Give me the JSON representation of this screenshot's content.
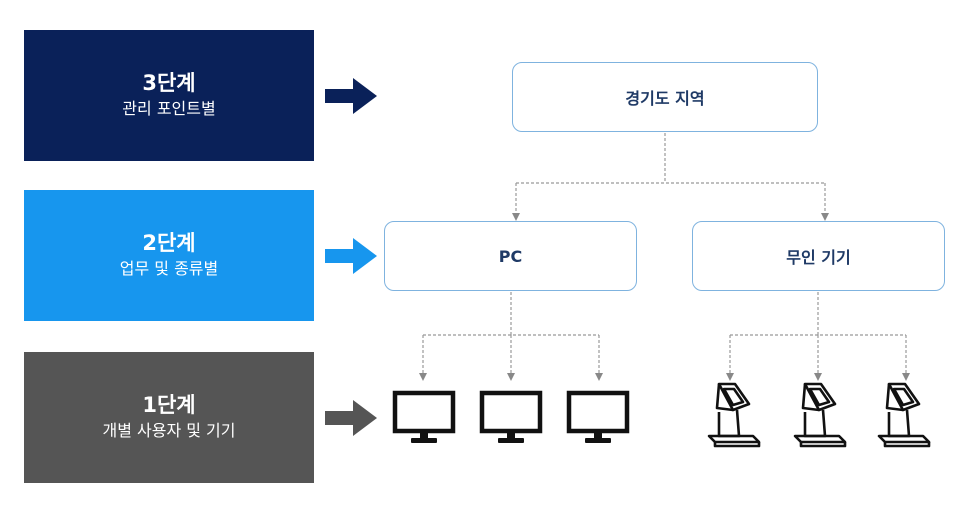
{
  "stages": [
    {
      "title": "3단계",
      "subtitle": "관리 포인트별",
      "color": "#0a2159"
    },
    {
      "title": "2단계",
      "subtitle": "업무 및 종류별",
      "color": "#1796ee"
    },
    {
      "title": "1단계",
      "subtitle": "개별 사용자 및 기기",
      "color": "#555555"
    }
  ],
  "nodes": {
    "root": "경기도 지역",
    "left": "PC",
    "right": "무인 기기"
  },
  "devices": {
    "left": {
      "icon": "monitor-icon",
      "count": 3
    },
    "right": {
      "icon": "kiosk-icon",
      "count": 3
    }
  },
  "colors": {
    "node_border": "#7fb3df",
    "node_text": "#1f3a66",
    "connector": "#999999"
  }
}
